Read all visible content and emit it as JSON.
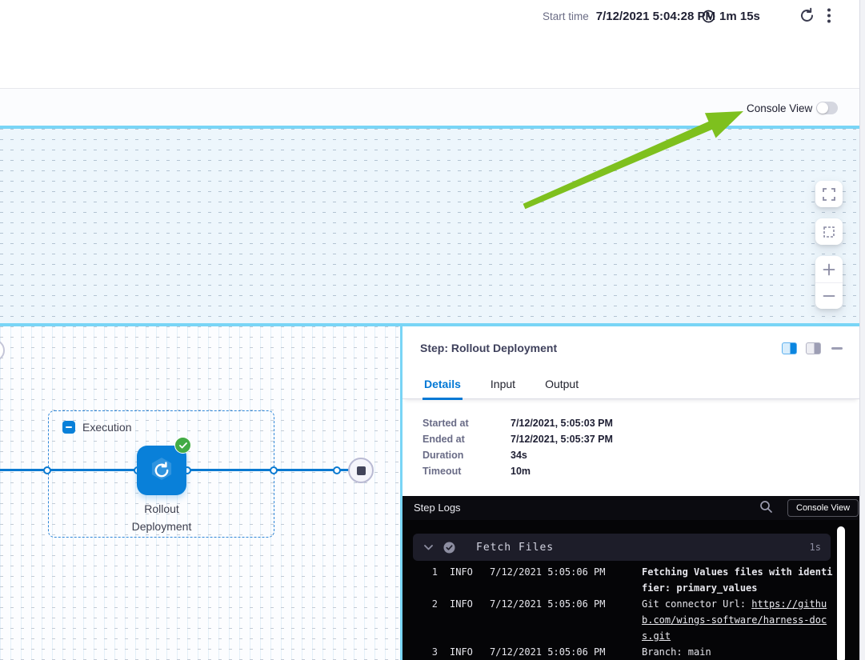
{
  "header": {
    "start_time_label": "Start time",
    "start_time_value": "7/12/2021 5:04:28 PM",
    "elapsed": "1m 15s"
  },
  "toolbar": {
    "console_view_label": "Console View"
  },
  "canvas": {
    "execution_group_label": "Execution",
    "node_label": "Rollout Deployment",
    "node_status": "success"
  },
  "panel": {
    "title": "Step: Rollout Deployment",
    "tabs": [
      {
        "label": "Details",
        "active": true
      },
      {
        "label": "Input",
        "active": false
      },
      {
        "label": "Output",
        "active": false
      }
    ],
    "details": [
      {
        "label": "Started at",
        "value": "7/12/2021, 5:05:03 PM"
      },
      {
        "label": "Ended at",
        "value": "7/12/2021, 5:05:37 PM"
      },
      {
        "label": "Duration",
        "value": "34s"
      },
      {
        "label": "Timeout",
        "value": "10m"
      }
    ]
  },
  "logs": {
    "title": "Step Logs",
    "console_view_button": "Console View",
    "group": {
      "name": "Fetch Files",
      "duration": "1s",
      "status": "success"
    },
    "lines": [
      {
        "num": "1",
        "level": "INFO",
        "time": "7/12/2021 5:05:06 PM",
        "parts": [
          {
            "text": "Fetching Values files with identifier: primary_values",
            "bold": true
          }
        ]
      },
      {
        "num": "2",
        "level": "INFO",
        "time": "7/12/2021 5:05:06 PM",
        "parts": [
          {
            "text": "Git connector Url: "
          },
          {
            "text": "https://github.com/wings-software/harness-docs.git",
            "link": true
          }
        ]
      },
      {
        "num": "3",
        "level": "INFO",
        "time": "7/12/2021 5:05:06 PM",
        "parts": [
          {
            "text": "Branch: main"
          }
        ]
      }
    ]
  },
  "colors": {
    "primary_blue": "#0278d5",
    "band_cyan": "#79d5f6",
    "arrow_green": "#7ec01e",
    "success_green": "#42ab45"
  }
}
